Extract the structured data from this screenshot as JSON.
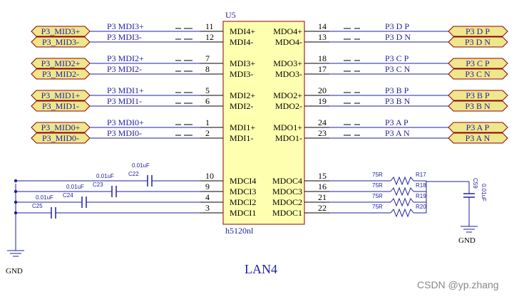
{
  "chip": {
    "designator": "U5",
    "part": "h5120nl",
    "left_pins": [
      {
        "num": "11",
        "name": "MDI4+"
      },
      {
        "num": "12",
        "name": "MDI4-"
      },
      {
        "num": "7",
        "name": "MDI3+"
      },
      {
        "num": "8",
        "name": "MDI3-"
      },
      {
        "num": "5",
        "name": "MDI2+"
      },
      {
        "num": "6",
        "name": "MDI2-"
      },
      {
        "num": "1",
        "name": "MDI1+"
      },
      {
        "num": "2",
        "name": "MDI1-"
      },
      {
        "num": "10",
        "name": "MDCI4"
      },
      {
        "num": "9",
        "name": "MDCI3"
      },
      {
        "num": "4",
        "name": "MDCI2"
      },
      {
        "num": "3",
        "name": "MDCI1"
      }
    ],
    "right_pins": [
      {
        "num": "14",
        "name": "MDO4+"
      },
      {
        "num": "13",
        "name": "MDO4-"
      },
      {
        "num": "18",
        "name": "MDO3+"
      },
      {
        "num": "17",
        "name": "MDO3-"
      },
      {
        "num": "20",
        "name": "MDO2+"
      },
      {
        "num": "19",
        "name": "MDO2-"
      },
      {
        "num": "24",
        "name": "MDO1+"
      },
      {
        "num": "23",
        "name": "MDO1-"
      },
      {
        "num": "15",
        "name": "MDOC4"
      },
      {
        "num": "16",
        "name": "MDOC3"
      },
      {
        "num": "21",
        "name": "MDOC2"
      },
      {
        "num": "22",
        "name": "MDOC1"
      }
    ]
  },
  "left_ports": [
    "P3_MID3+",
    "P3_MID3-",
    "P3_MID2+",
    "P3_MID2-",
    "P3_MID1+",
    "P3_MID1-",
    "P3_MID0+",
    "P3_MID0-"
  ],
  "left_nets": [
    "P3_MDI3+",
    "P3_MDI3-",
    "P3_MDI2+",
    "P3_MDI2-",
    "P3_MDI1+",
    "P3_MDI1-",
    "P3_MDI0+",
    "P3_MDI0-"
  ],
  "right_ports": [
    "P3_D_P",
    "P3_D_N",
    "P3_C_P",
    "P3_C_N",
    "P3_B_P",
    "P3_B_N",
    "P3_A_P",
    "P3_A_N"
  ],
  "right_nets": [
    "P3_D_P",
    "P3_D_N",
    "P3_C_P",
    "P3_C_N",
    "P3_B_P",
    "P3_B_N",
    "P3_A_P",
    "P3_A_N"
  ],
  "capacitors": [
    {
      "ref": "C22",
      "value": "0.01uF"
    },
    {
      "ref": "C23",
      "value": "0.01uF"
    },
    {
      "ref": "C24",
      "value": "0.01uF"
    },
    {
      "ref": "C25",
      "value": "0.01uF"
    }
  ],
  "resistors": [
    {
      "ref": "R17",
      "value": "75R"
    },
    {
      "ref": "R18",
      "value": "75R"
    },
    {
      "ref": "R19",
      "value": "75R"
    },
    {
      "ref": "R20",
      "value": "75R"
    }
  ],
  "cap_c59": {
    "ref": "C59",
    "value": "0.01uF"
  },
  "gnd_label": "GND",
  "sheet_title": "LAN4",
  "watermark": "CSDN @yp.zhang",
  "colors": {
    "port_fill": "#f0e68c",
    "port_stroke": "#8b0000",
    "chip_fill": "#ffffb0",
    "chip_stroke": "#8b0000",
    "wire": "#1f1fa0"
  }
}
